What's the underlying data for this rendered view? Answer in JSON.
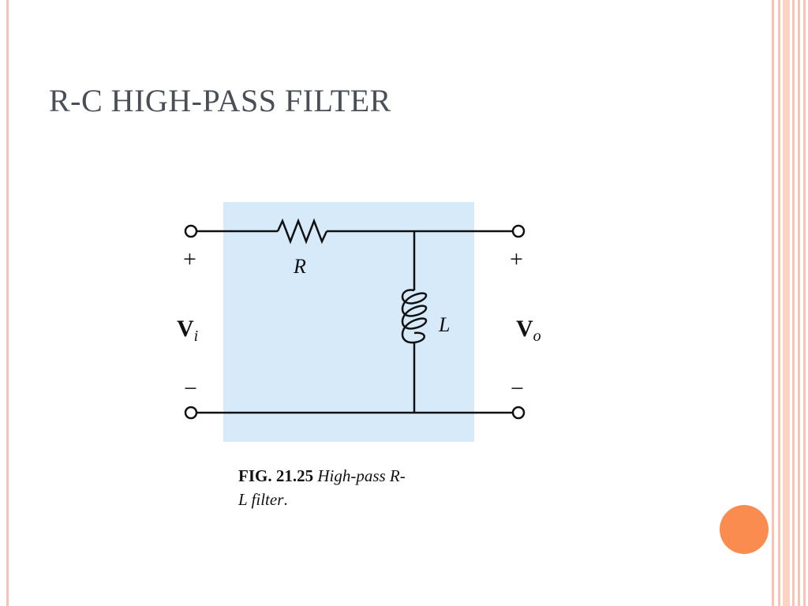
{
  "slide": {
    "title": "R-C HIGH-PASS FILTER"
  },
  "circuit": {
    "resistor_label": "R",
    "inductor_label": "L",
    "input_voltage": {
      "symbol": "V",
      "subscript": "i"
    },
    "output_voltage": {
      "symbol": "V",
      "subscript": "o"
    },
    "plus": "+",
    "minus": "−"
  },
  "caption": {
    "fig_number": "FIG. 21.25",
    "line1_italic": "High-pass R-",
    "line2_italic": "L filter",
    "line2_end": "."
  },
  "colors": {
    "title_text": "#4a4f57",
    "panel_bg": "#d6eaf9",
    "accent_dot": "#fb8c4f",
    "frame_stripe": "#f7c4b4"
  }
}
